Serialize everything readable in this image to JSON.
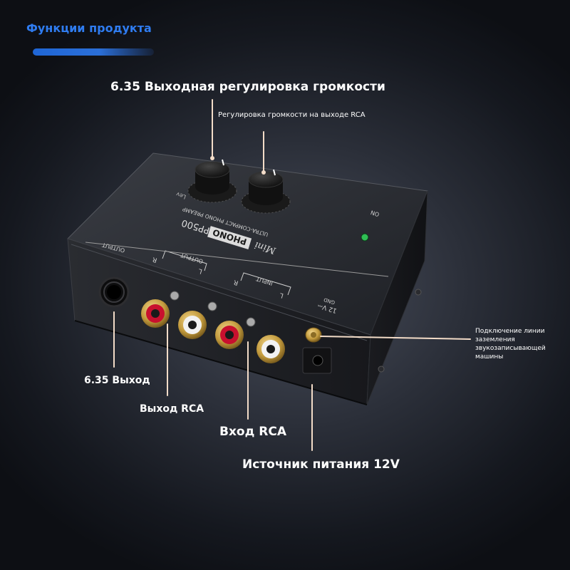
{
  "header": {
    "title": "Функции продукта",
    "accent_color": "#2f7cf0"
  },
  "callouts": {
    "volume_635": "6.35 Выходная регулировка громкости",
    "volume_rca": "Регулировка громкости на выходе RCA",
    "ground": [
      "Подключение линии",
      "заземления",
      "звукозаписывающей",
      "машины"
    ],
    "out_635": "6.35 Выход",
    "out_rca": "Выход RCA",
    "in_rca": "Вход RCA",
    "power": "Источник питания 12V"
  },
  "device": {
    "brand": "Mini",
    "model_badge": "PHONO",
    "model": "PP500",
    "subtitle": "ULTRA-COMPACT PHONO PREAMP",
    "panel_output": "OUTPUT",
    "group_output": "OUTPUT",
    "group_input": "INPUT",
    "ch_r": "R",
    "ch_l": "L",
    "power_label": "12 V⎓",
    "gnd_label": "GND",
    "led_label": "ON",
    "knob_label": "Lev"
  }
}
